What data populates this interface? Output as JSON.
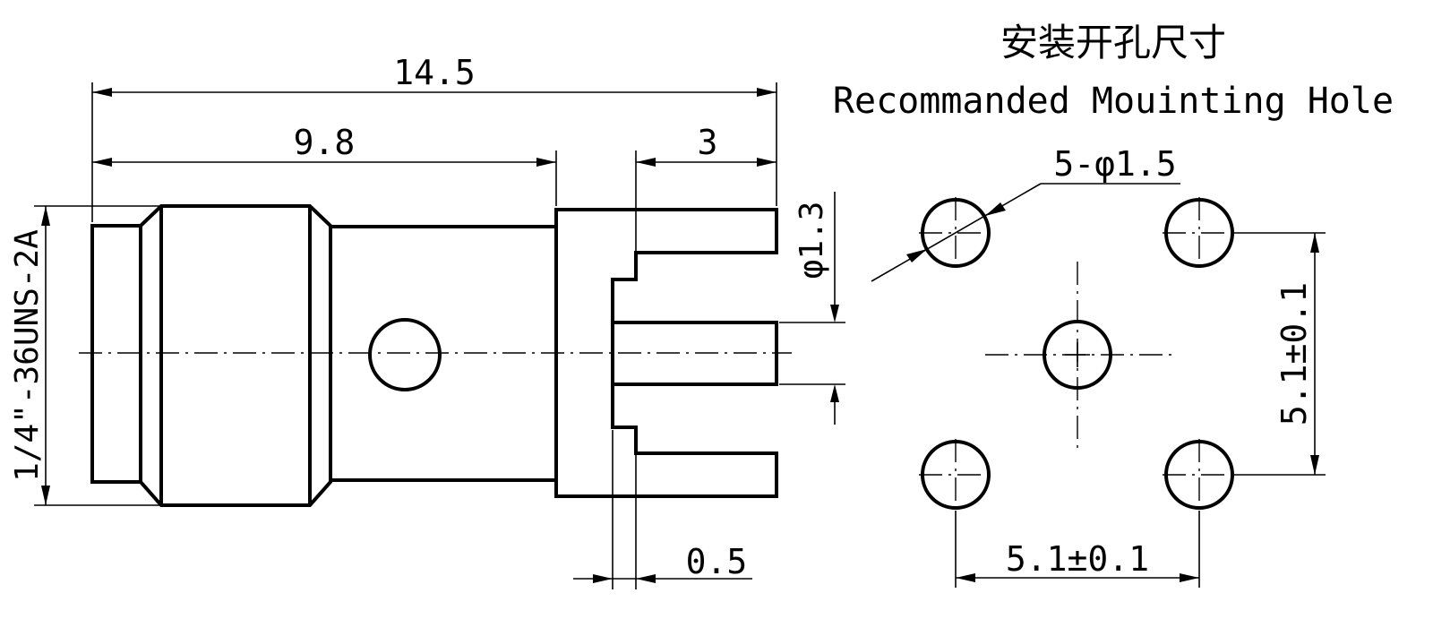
{
  "title_cn": "安装开孔尺寸",
  "title_en": "Recommanded Mouinting Hole",
  "dimensions": {
    "overall_length": "14.5",
    "body_length": "9.8",
    "pin_length": "3",
    "pin_diameter": "φ1.3",
    "thread": "1/4\"-36UNS-2A",
    "gap": "0.5",
    "hole_spec": "5-φ1.5",
    "hole_spacing_h": "5.1±0.1",
    "hole_spacing_v": "5.1±0.1"
  }
}
